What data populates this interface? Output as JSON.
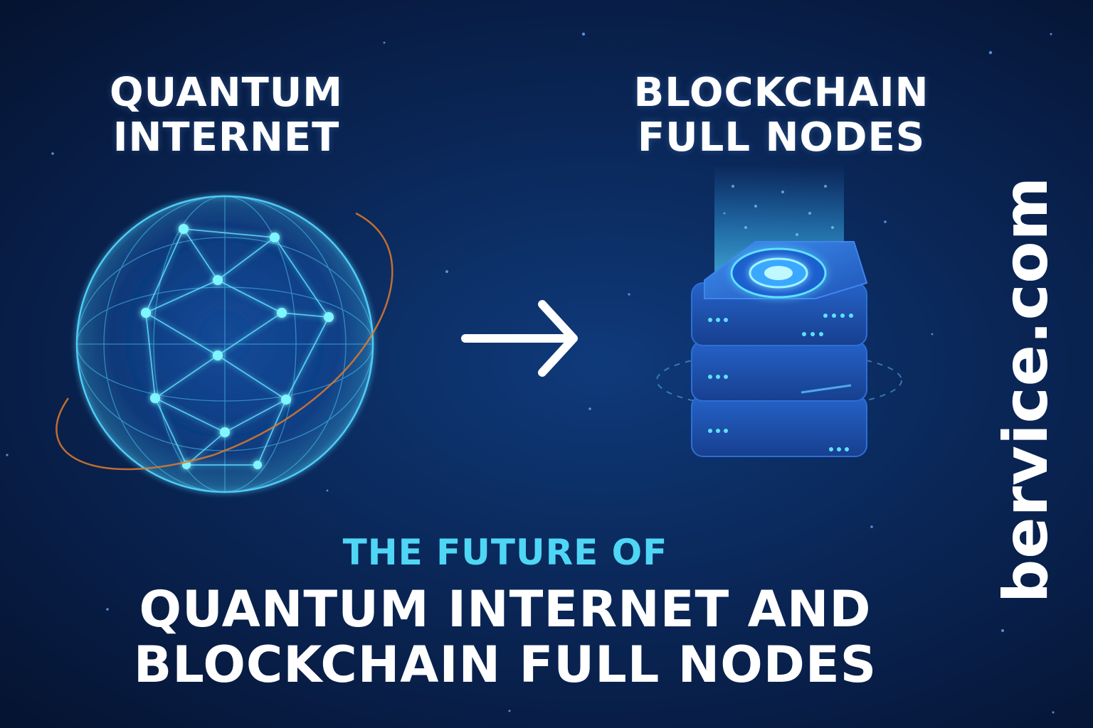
{
  "left_label": {
    "line1": "QUANTUM",
    "line2": "INTERNET"
  },
  "right_label": {
    "line1": "BLOCKCHAIN",
    "line2": "FULL NODES"
  },
  "subtitle": "THE FUTURE OF",
  "title": {
    "line1": "QUANTUM INTERNET AND",
    "line2": "BLOCKCHAIN FULL NODES"
  },
  "watermark": "bervice.com",
  "icons": {
    "globe": "network-globe-icon",
    "arrow": "arrow-right-icon",
    "server": "server-stack-icon"
  },
  "colors": {
    "background": "#0a2758",
    "accent_cyan": "#4fd6f5",
    "node_glow": "#5ff3ff",
    "orbit": "#e07a2a",
    "server_body": "#1f56b8",
    "text": "#ffffff"
  }
}
